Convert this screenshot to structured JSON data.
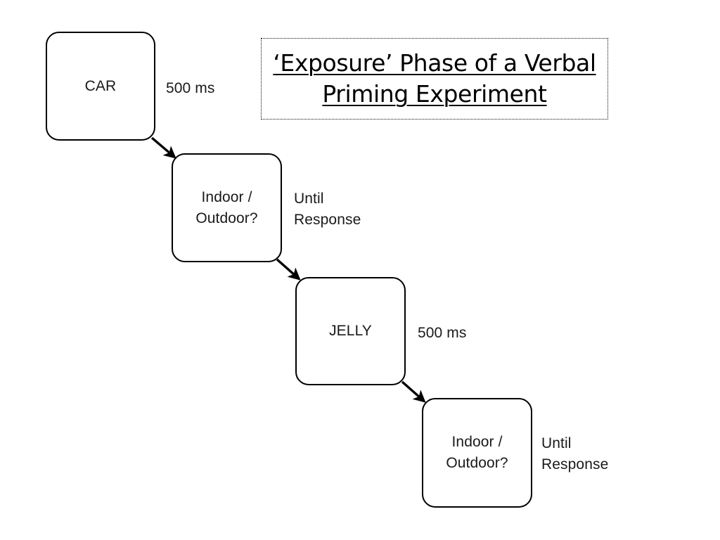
{
  "title": {
    "line1": "‘Exposure’ Phase of a Verbal",
    "line2": "Priming Experiment"
  },
  "diagram": {
    "type": "flow-sequence",
    "boxes": [
      {
        "id": "car",
        "text": "CAR"
      },
      {
        "id": "q1",
        "text": "Indoor /\nOutdoor?"
      },
      {
        "id": "jelly",
        "text": "JELLY"
      },
      {
        "id": "q2",
        "text": "Indoor /\nOutdoor?"
      }
    ],
    "labels": [
      {
        "id": "dur1",
        "text": "500 ms"
      },
      {
        "id": "dur2",
        "text": "Until\nResponse"
      },
      {
        "id": "dur3",
        "text": "500 ms"
      },
      {
        "id": "dur4",
        "text": "Until\nResponse"
      }
    ],
    "arrows": [
      {
        "id": "arrow-car-to-q1",
        "from": "car",
        "to": "q1"
      },
      {
        "id": "arrow-q1-to-jelly",
        "from": "q1",
        "to": "jelly"
      },
      {
        "id": "arrow-jelly-to-q2",
        "from": "jelly",
        "to": "q2"
      }
    ]
  },
  "colors": {
    "background": "#ffffff",
    "stroke": "#000000",
    "text": "#1a1a1a",
    "title_border": "#111111"
  }
}
